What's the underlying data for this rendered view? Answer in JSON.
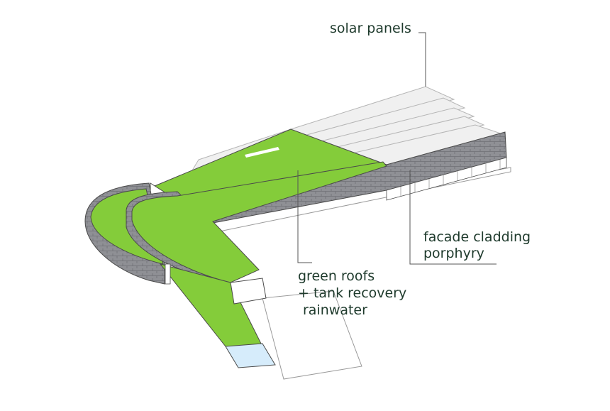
{
  "labels": {
    "solar": "solar panels",
    "facade_line1": "facade cladding",
    "facade_line2": "porphyry",
    "green_line1": "green roofs",
    "green_line2": "+ tank recovery",
    "green_line3": "rainwater"
  },
  "colors": {
    "green_roof": "#84cc3a",
    "stone": "#8f9095",
    "stone_dark": "#6f7075",
    "outline": "#4a4a4a",
    "leader": "#555555",
    "panel": "#f0f0f0",
    "pool": "#d6ecfb",
    "text": "#1e3a2c"
  }
}
